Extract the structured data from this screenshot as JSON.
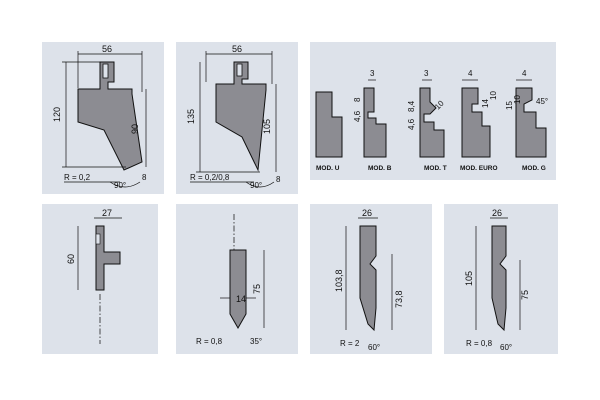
{
  "tool1": {
    "width": "56",
    "height": "120",
    "depth": "90",
    "radius": "R = 0,2",
    "angle": "90°",
    "tip": "8"
  },
  "tool2": {
    "width": "56",
    "height": "135",
    "depth": "105",
    "radius": "R = 0,2/0,8",
    "angle": "90°",
    "tip": "8"
  },
  "models": {
    "items": [
      {
        "name": "MOD. U",
        "dims": []
      },
      {
        "name": "MOD. B",
        "dims": [
          "3",
          "4,6",
          "8"
        ]
      },
      {
        "name": "MOD. T",
        "dims": [
          "3",
          "4,6",
          "8,4",
          "10"
        ]
      },
      {
        "name": "MOD. EURO",
        "dims": [
          "4",
          "14",
          "10"
        ]
      },
      {
        "name": "MOD. G",
        "dims": [
          "4",
          "15",
          "10",
          "45°"
        ]
      }
    ]
  },
  "tool4": {
    "width": "27",
    "height": "60"
  },
  "tool5": {
    "height": "75",
    "thickness": "14",
    "radius": "R = 0,8",
    "angle": "35°"
  },
  "tool6": {
    "width": "26",
    "height": "103,8",
    "depth": "73,8",
    "radius": "R = 2",
    "angle": "60°"
  },
  "tool7": {
    "width": "26",
    "height": "105",
    "depth": "75",
    "radius": "R = 0,8",
    "angle": "60°"
  }
}
